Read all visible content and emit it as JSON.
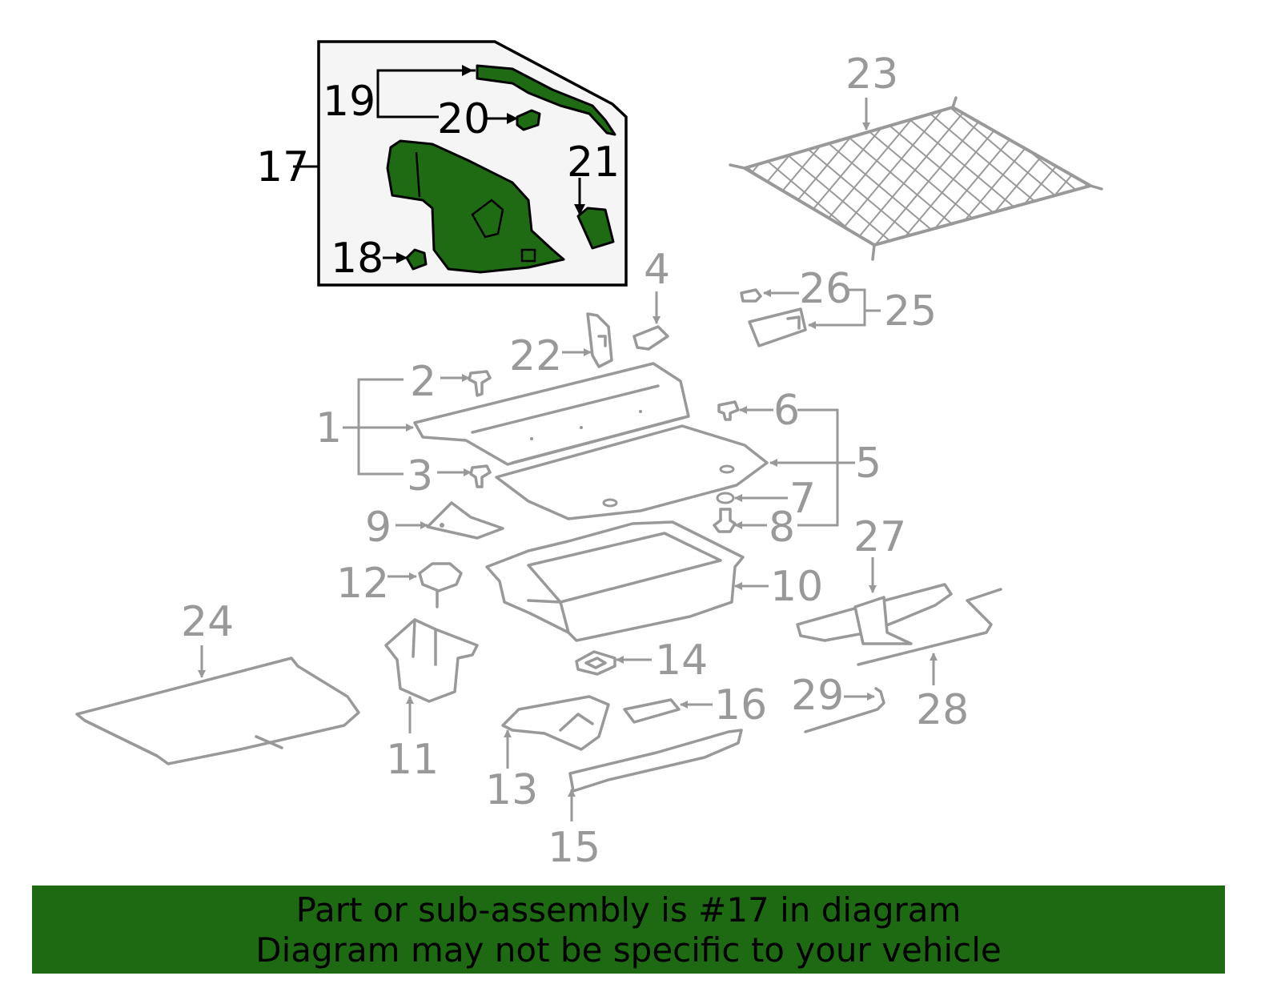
{
  "diagram": {
    "highlight_box": {
      "callouts": [
        "17",
        "18",
        "19",
        "20",
        "21"
      ],
      "colors": {
        "part": "#1f6b14",
        "box_bg": "#f5f5f5",
        "outline": "#000000"
      }
    },
    "callouts": [
      "1",
      "2",
      "3",
      "4",
      "5",
      "6",
      "7",
      "8",
      "9",
      "10",
      "11",
      "12",
      "13",
      "14",
      "15",
      "16",
      "22",
      "23",
      "24",
      "25",
      "26",
      "27",
      "28",
      "29"
    ],
    "colors": {
      "part_stroke": "#999999",
      "label": "#999999"
    }
  },
  "banner": {
    "line1": "Part or sub-assembly is #17 in diagram",
    "line2": "Diagram may not be specific to your vehicle",
    "color": "#1d6a12"
  }
}
